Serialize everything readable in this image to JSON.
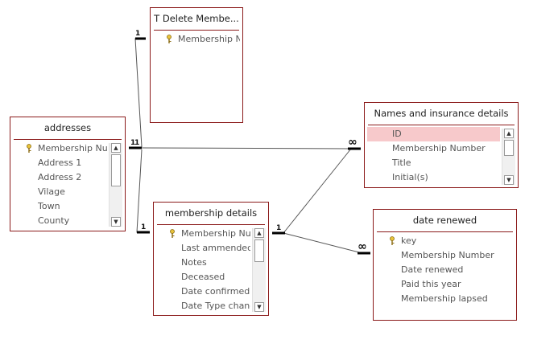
{
  "tables": [
    {
      "id": "t-delete",
      "title": "T Delete Membe...",
      "fields": [
        {
          "name": "Membership N",
          "key": true
        }
      ]
    },
    {
      "id": "addresses",
      "title": "addresses",
      "fields": [
        {
          "name": "Membership Num",
          "key": true
        },
        {
          "name": "Address 1"
        },
        {
          "name": "Address 2"
        },
        {
          "name": "Vilage"
        },
        {
          "name": "Town"
        },
        {
          "name": "County"
        }
      ]
    },
    {
      "id": "names",
      "title": "Names and insurance details",
      "fields": [
        {
          "name": "ID",
          "selected": true
        },
        {
          "name": "Membership Number"
        },
        {
          "name": "Title"
        },
        {
          "name": "Initial(s)"
        }
      ]
    },
    {
      "id": "membership",
      "title": "membership details",
      "fields": [
        {
          "name": "Membership Num",
          "key": true
        },
        {
          "name": "Last ammended"
        },
        {
          "name": "Notes"
        },
        {
          "name": "Deceased"
        },
        {
          "name": "Date confirmed"
        },
        {
          "name": "Date Type change"
        }
      ]
    },
    {
      "id": "renewed",
      "title": "date renewed",
      "fields": [
        {
          "name": "key",
          "key": true
        },
        {
          "name": "Membership Number"
        },
        {
          "name": "Date renewed"
        },
        {
          "name": "Paid this year"
        },
        {
          "name": "Membership lapsed"
        }
      ]
    }
  ],
  "cardinality": {
    "delete_one": "1",
    "addresses_one": "1",
    "addresses_many": "1",
    "membership_left_one": "1",
    "membership_right_one": "1",
    "names_many": "∞",
    "renewed_many": "∞"
  }
}
